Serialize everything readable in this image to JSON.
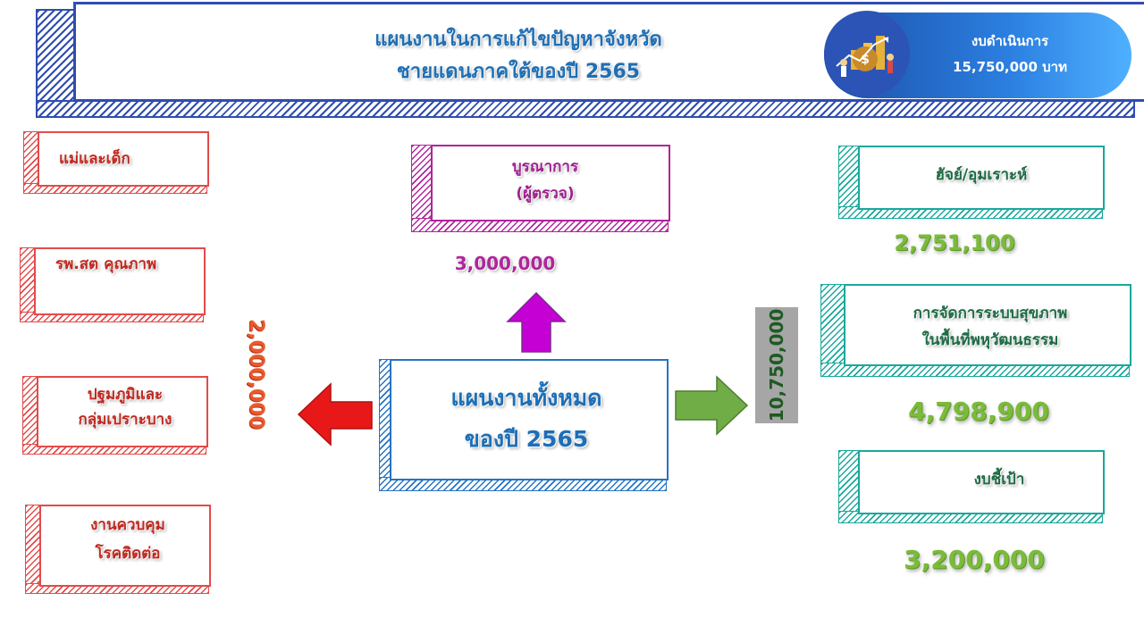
{
  "header": {
    "title_line1": "แผนงานในการแก้ไขปัญหาจังหวัด",
    "title_line2": "ชายแดนภาคใต้ของปี 2565",
    "budget_label": "งบดำเนินการ",
    "budget_value": "15,750,000 บาท",
    "budget_icon": "money-bag-growth-icon"
  },
  "left_boxes": [
    {
      "label": "แม่และเด็ก"
    },
    {
      "label": "รพ.สต คุณภาพ"
    },
    {
      "label_line1": "ปฐมภูมิและ",
      "label_line2": "กลุ่มเปราะบาง"
    },
    {
      "label_line1": "งานควบคุม",
      "label_line2": "โรคติดต่อ"
    }
  ],
  "left_amount": "2,000,000",
  "top_box": {
    "label_line1": "บูรณาการ",
    "label_line2": "(ผู้ตรวจ)"
  },
  "top_amount": "3,000,000",
  "center_box": {
    "label_line1": "แผนงานทั้งหมด",
    "label_line2": "ของปี 2565"
  },
  "right_amount": "10,750,000",
  "right_boxes": [
    {
      "label": "ฮัจย์/อุมเราะห์",
      "amount": "2,751,100"
    },
    {
      "label_line1": "การจัดการระบบสุขภาพ",
      "label_line2": "ในพื้นที่พหุวัฒนธรรม",
      "amount": "4,798,900"
    },
    {
      "label": "งบชี้เป้า",
      "amount": "3,200,000"
    }
  ],
  "colors": {
    "header_blue": "#2f4db1",
    "left_red": "#e34b4b",
    "top_purple": "#b0259c",
    "right_teal": "#19a89c",
    "center_blue": "#2574c4",
    "arrow_red": "#e81818",
    "arrow_purple": "#c400d4",
    "arrow_green": "#70ad47",
    "amount_green": "#7bbb3a"
  }
}
